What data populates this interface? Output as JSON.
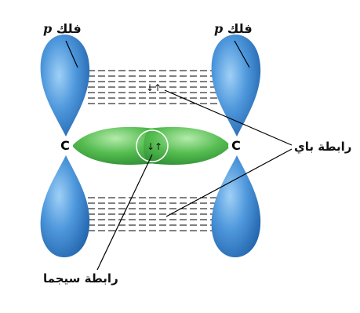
{
  "labels": {
    "p_orbital_left": {
      "word": "فلك",
      "letter": "p"
    },
    "p_orbital_right": {
      "word": "فلك",
      "letter": "p"
    },
    "pi_bond": "رابطة باي",
    "sigma_bond": "رابطة سيجما",
    "carbon_left": "C",
    "carbon_right": "C",
    "pi_electrons": "↓↑",
    "sigma_electrons": "↓↑"
  },
  "colors": {
    "p_orbital_blue": "#3e86d2",
    "sigma_green": "#4fb24f",
    "lines": "#000000"
  }
}
